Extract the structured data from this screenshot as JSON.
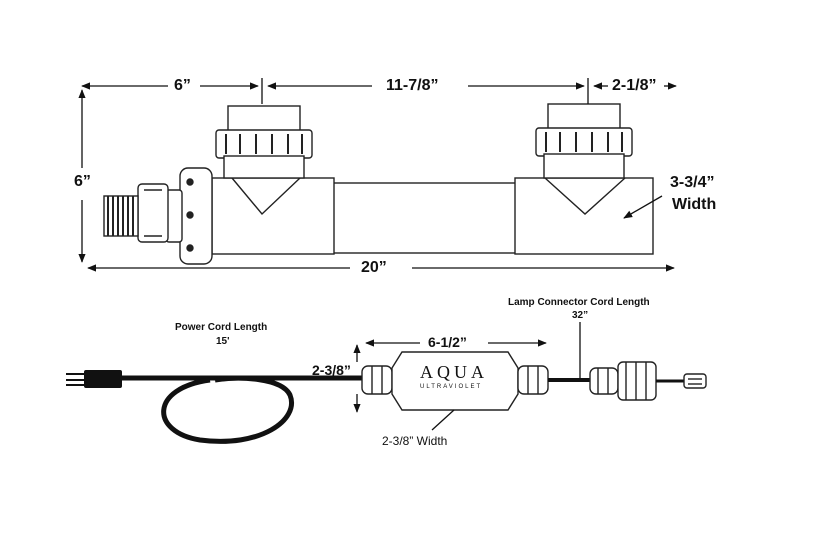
{
  "dimensions": {
    "inlet_offset": "6”",
    "port_spacing": "11-7/8”",
    "outlet_offset": "2-1/8”",
    "height": "6”",
    "total_length": "20”",
    "body_width_value": "3-3/4”",
    "body_width_word": "Width"
  },
  "cords": {
    "power_title": "Power Cord Length",
    "power_value": "15'",
    "lamp_title": "Lamp Connector Cord Length",
    "lamp_value": "32”"
  },
  "ballast": {
    "length": "6-1/2”",
    "height": "2-3/8”",
    "width_label": "2-3/8” Width",
    "logo_text": "AQUA",
    "logo_sub": "ULTRAVIOLET"
  }
}
